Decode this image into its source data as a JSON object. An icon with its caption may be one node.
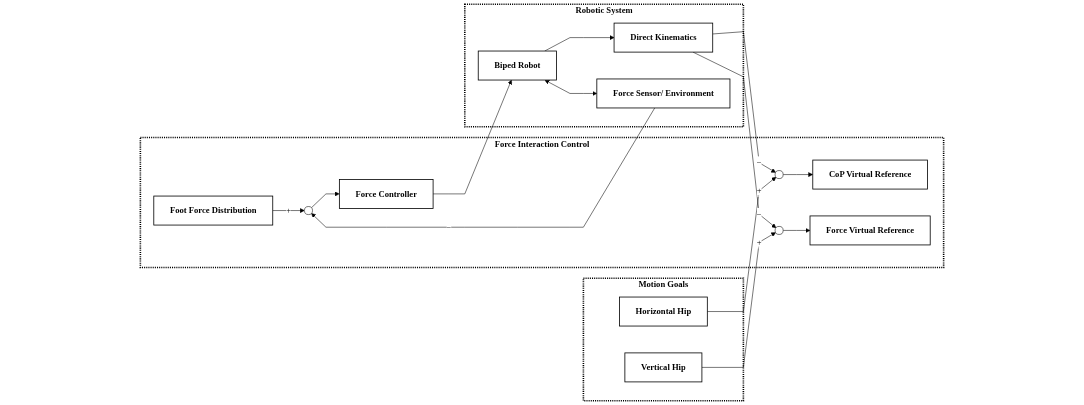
{
  "diagram": {
    "nodes": [
      {
        "text": [
          "Motion Goals"
        ]
      },
      {
        "text": [
          "Horizontal Hip"
        ],
        "in": 0
      },
      {
        "text": [
          "Vertical Hip"
        ],
        "in": 0
      },
      {
        "text": [
          "Force Interaction Control"
        ]
      },
      {
        "text": [],
        "shape": "circle",
        "in": 3
      },
      {
        "text": [],
        "shape": "circle",
        "in": 3
      },
      {
        "text": [
          "CoP Virtual Reference"
        ],
        "in": 3
      },
      {
        "text": [
          "Foot Force Distribution"
        ],
        "in": 3
      },
      {
        "text": [
          "Force Virtual Reference"
        ],
        "in": 3
      },
      {
        "text": [],
        "shape": "circle",
        "in": 3
      },
      {
        "text": [
          "Force Controller"
        ],
        "in": 3
      },
      {
        "text": [
          "Robotic System"
        ]
      },
      {
        "text": [
          "Direct Kinematics"
        ],
        "in": 11
      },
      {
        "text": [
          "Biped Robot"
        ],
        "in": 11
      },
      {
        "text": [
          "Force Sensor/ Environment"
        ],
        "in": 11
      }
    ],
    "edges": [
      {
        "from": 1,
        "to": 4,
        "arrow": "to",
        "label": "+"
      },
      {
        "from": 12,
        "to": 4,
        "arrow": "to",
        "label": "−"
      },
      {
        "from": 4,
        "to": 6,
        "arrow": "to"
      },
      {
        "from": 2,
        "to": 5,
        "arrow": "to",
        "label": "+"
      },
      {
        "from": 12,
        "to": 5,
        "arrow": "to",
        "label": "−"
      },
      {
        "from": 5,
        "to": 8,
        "arrow": "to"
      },
      {
        "from": 7,
        "to": 9,
        "arrow": "to",
        "label": "+"
      },
      {
        "from": 14,
        "to": 9,
        "arrow": "to",
        "label": "−"
      },
      {
        "from": 9,
        "to": 10,
        "arrow": "to"
      },
      {
        "from": 10,
        "to": 13,
        "arrow": "to"
      },
      {
        "from": 13,
        "to": 12,
        "arrow": "to"
      },
      {
        "from": 13,
        "to": 14,
        "arrow": "both"
      }
    ]
  }
}
